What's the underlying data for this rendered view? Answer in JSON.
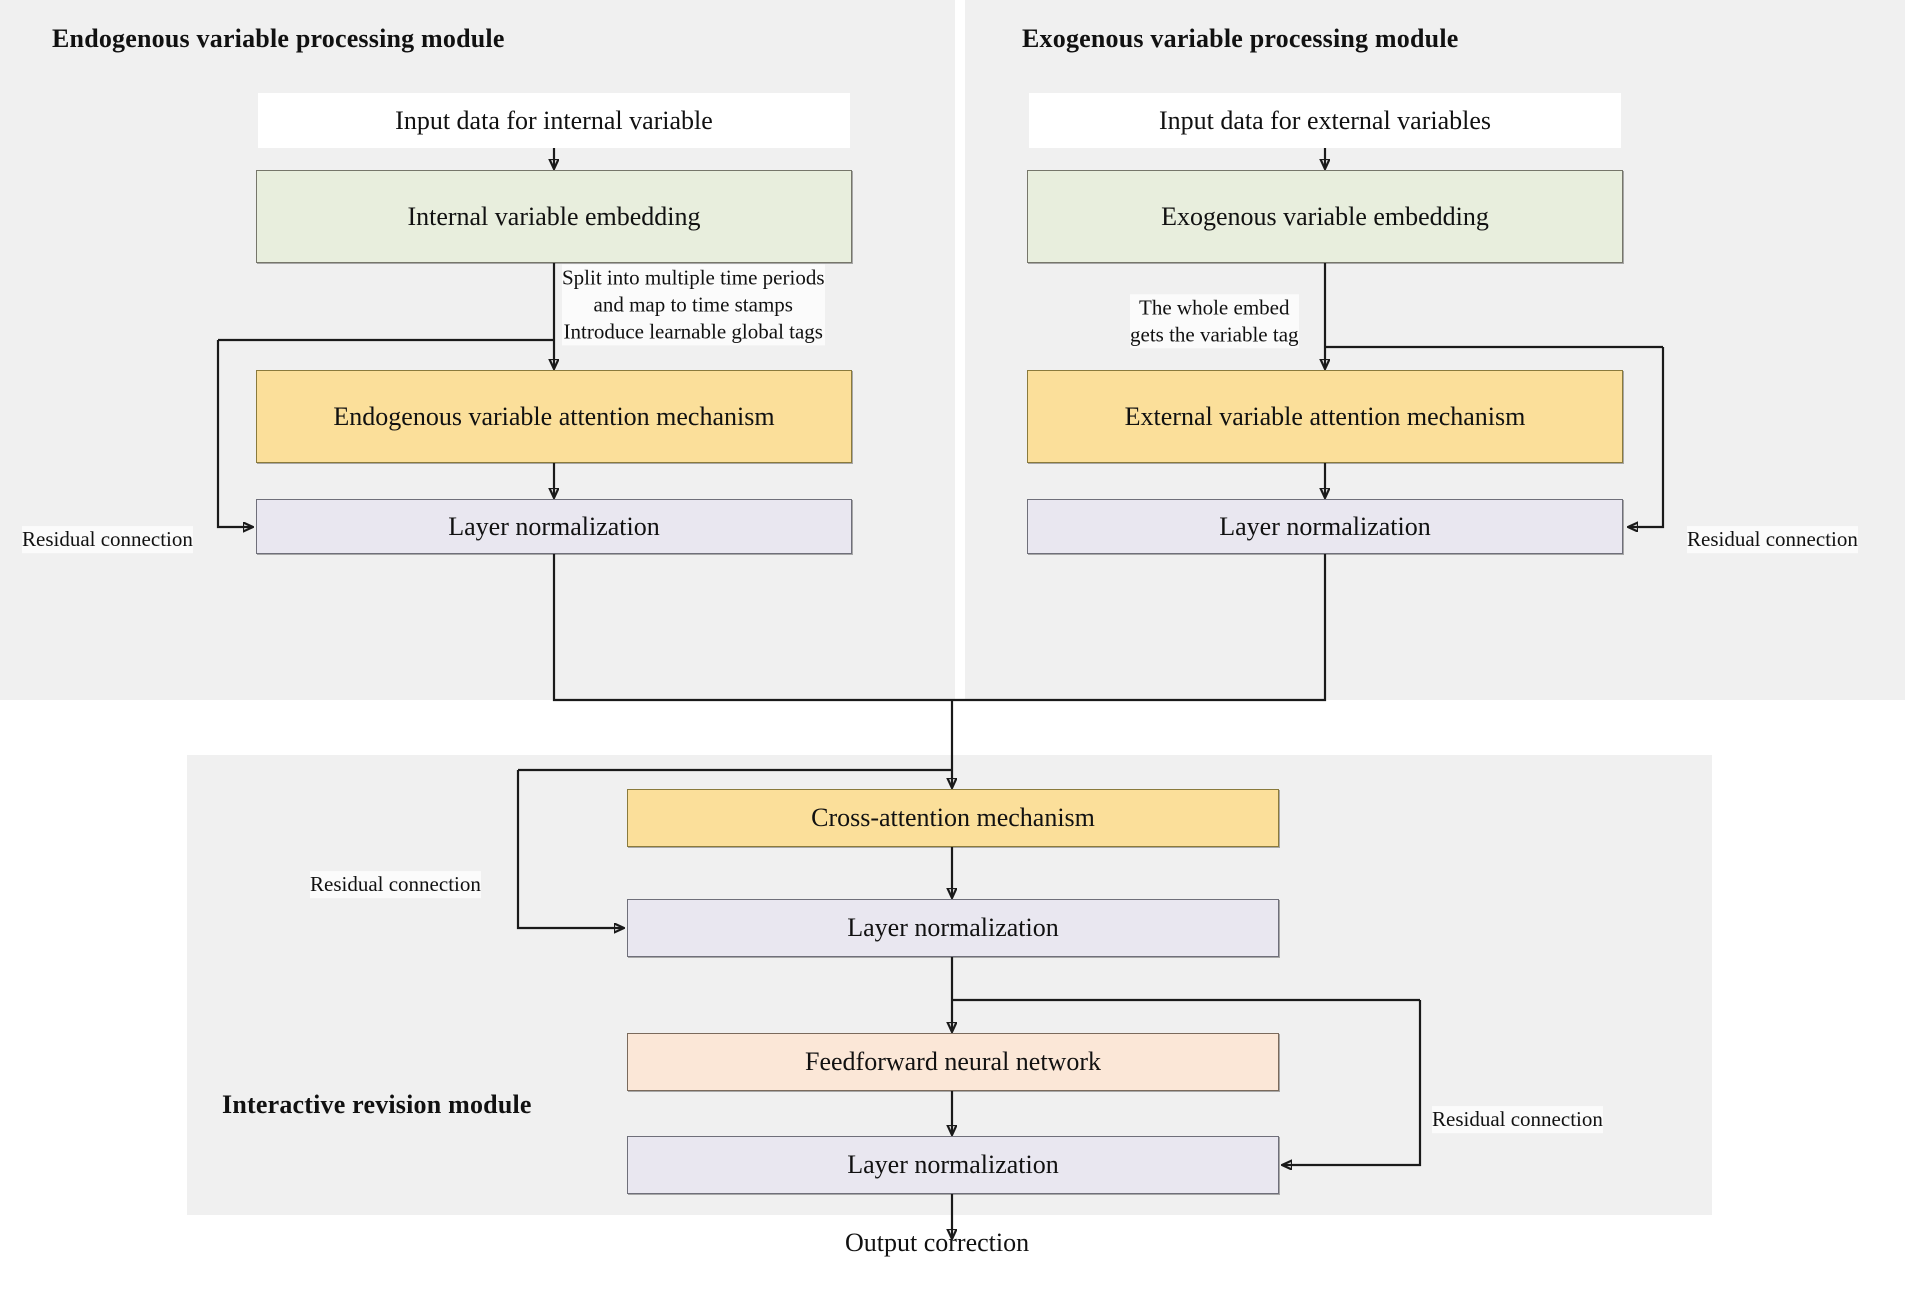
{
  "figure": {
    "type": "flowchart",
    "title": "Model architecture: endogenous / exogenous processing and interactive revision"
  },
  "modules": {
    "endogenous": {
      "title": "Endogenous variable processing module",
      "nodes": {
        "input": "Input data for internal variable",
        "embedding": "Internal variable embedding",
        "attention": "Endogenous variable attention mechanism",
        "layernorm": "Layer normalization"
      },
      "annotation": "Split into multiple time periods\nand map to time stamps\nIntroduce learnable global tags",
      "annotation_lines": [
        "Split into multiple time periods",
        "and map to time stamps",
        "Introduce learnable global tags"
      ],
      "residual_label": "Residual connection"
    },
    "exogenous": {
      "title": "Exogenous variable processing module",
      "nodes": {
        "input": "Input data for external variables",
        "embedding": "Exogenous variable embedding",
        "attention": "External variable attention mechanism",
        "layernorm": "Layer normalization"
      },
      "annotation_lines": [
        "The whole embed",
        "gets the variable tag"
      ],
      "residual_label": "Residual connection"
    },
    "interactive": {
      "title": "Interactive revision module",
      "nodes": {
        "cross_attention": "Cross-attention mechanism",
        "layernorm1": "Layer normalization",
        "feedforward": "Feedforward neural network",
        "layernorm2": "Layer normalization"
      },
      "residual_label_top": "Residual connection",
      "residual_label_bottom": "Residual connection"
    }
  },
  "output": {
    "label": "Output correction"
  },
  "colors": {
    "panel_background": "#f0f0f0",
    "page_background": "#ffffff",
    "embedding_fill": "#e8eedd",
    "attention_fill": "#fbdf9a",
    "layernorm_fill": "#e9e7f0",
    "feedforward_fill": "#fbe7d7",
    "input_fill": "#ffffff",
    "wire_stroke": "#1a1a1a"
  }
}
